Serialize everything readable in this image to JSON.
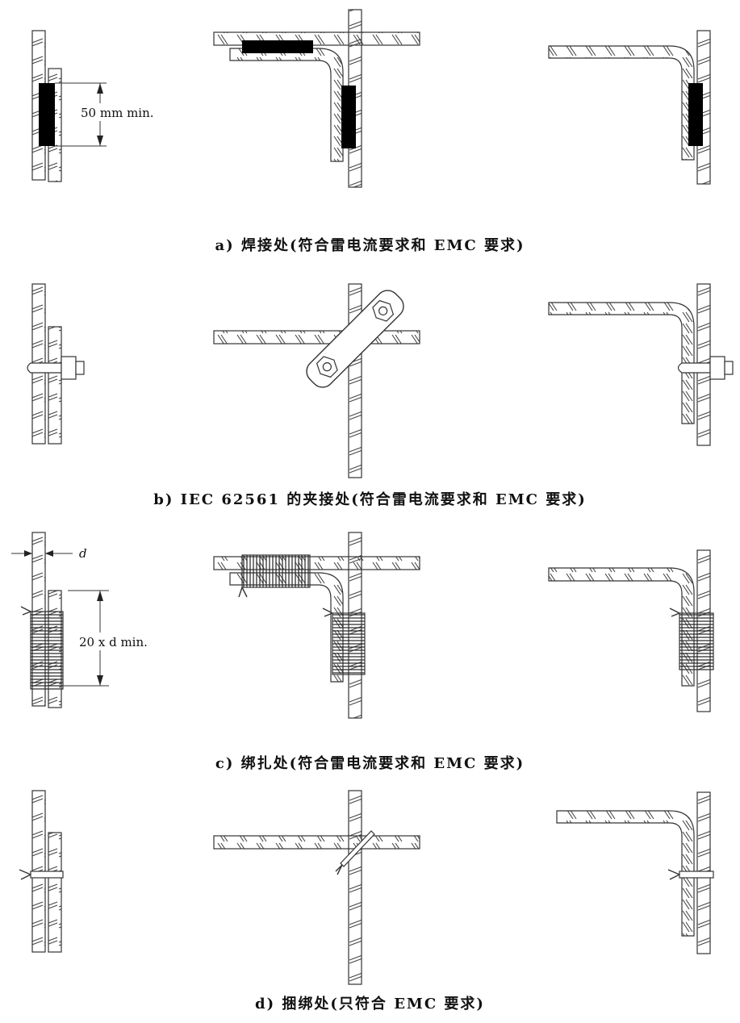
{
  "rows": [
    {
      "caption": "a)  焊接处(符合雷电流要求和 EMC 要求)",
      "dimension_label": "50 mm min."
    },
    {
      "caption": "b)  IEC 62561 的夹接处(符合雷电流要求和 EMC 要求)"
    },
    {
      "caption": "c)  绑扎处(符合雷电流要求和 EMC 要求)",
      "dimension_label_d": "d",
      "dimension_label_len": "20 x d min."
    },
    {
      "caption": "d)  捆绑处(只符合 EMC 要求)"
    }
  ],
  "colors": {
    "line": "#333333",
    "fill_bar": "#000000",
    "background": "#ffffff"
  }
}
